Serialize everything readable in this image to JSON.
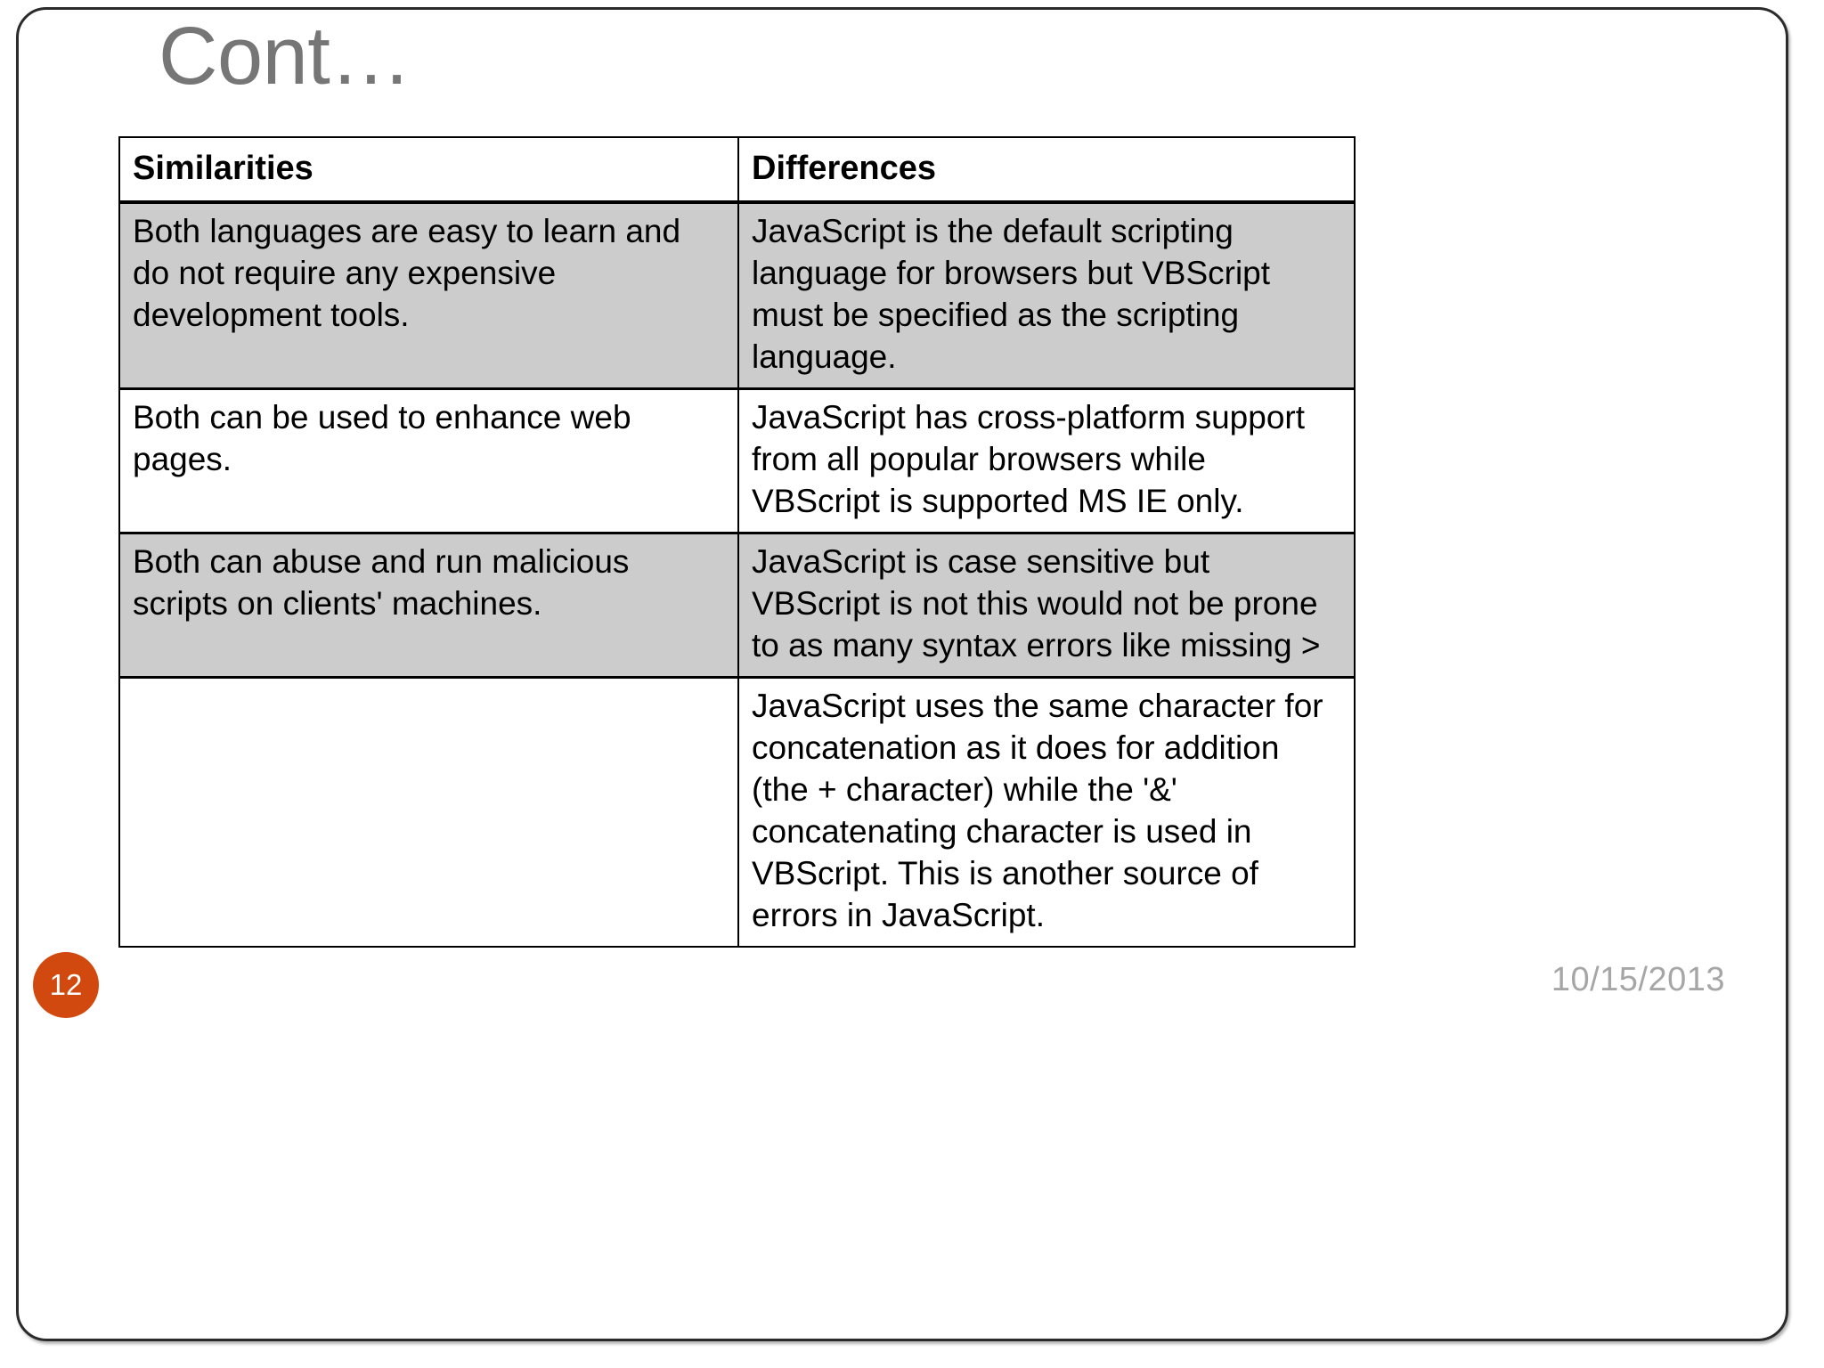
{
  "slide": {
    "title": "Cont…",
    "page_number": "12",
    "date": "10/15/2013",
    "accent_color": "#D2490F",
    "title_color": "#767676",
    "date_color": "#A6A6A6",
    "shaded_row_color": "#CCCCCC",
    "border_color": "#000000"
  },
  "table": {
    "headers": [
      "Similarities",
      "Differences"
    ],
    "rows": [
      {
        "shaded": true,
        "cells": [
          "Both languages are easy to learn and do not require any expensive development tools.",
          "JavaScript is the default scripting language for browsers but VBScript must be specified as the scripting language."
        ]
      },
      {
        "shaded": false,
        "cells": [
          "Both can be used to enhance web pages.",
          "JavaScript has cross-platform support from all popular browsers while VBScript is supported MS IE only."
        ]
      },
      {
        "shaded": true,
        "cells": [
          "Both can abuse and run malicious scripts on clients' machines.",
          "JavaScript is case sensitive but VBScript is not this would not be prone to as many syntax errors like missing >"
        ]
      },
      {
        "shaded": false,
        "cells": [
          "",
          "JavaScript uses the same character for concatenation as it does for addition (the + character) while the '&' concatenating character is used in VBScript. This is another source of errors in JavaScript."
        ]
      }
    ]
  }
}
